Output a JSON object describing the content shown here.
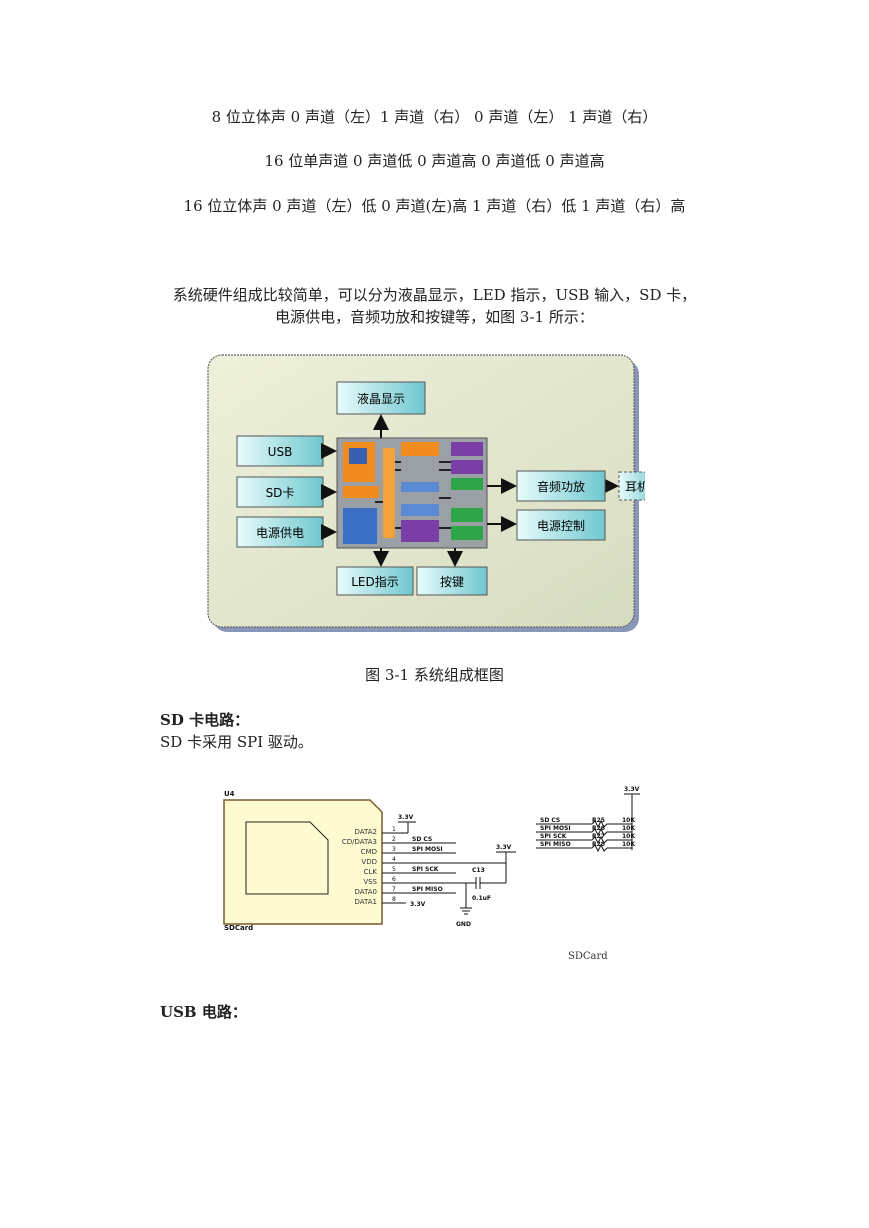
{
  "doc": {
    "lines": [
      "8 位立体声 0 声道（左）1 声道（右） 0 声道（左） 1 声道（右）",
      "16 位单声道 0 声道低 0 声道高 0 声道低 0 声道高",
      "16 位立体声 0 声道（左）低 0 声道(左)高 1 声道（右）低 1 声道（右）高"
    ],
    "para_line1": "系统硬件组成比较简单，可以分为液晶显示，LED 指示，USB 输入，SD 卡，",
    "para_line2": "电源供电，音频功放和按键等，如图 3-1 所示：",
    "fig1_caption": "图 3-1 系统组成框图",
    "sd_heading": "SD 卡电路：",
    "sd_text": "SD 卡采用 SPI 驱动。",
    "usb_heading": "USB 电路："
  },
  "diagram": {
    "lcd": "液晶显示",
    "usb": "USB",
    "sd": "SD卡",
    "power": "电源供电",
    "audio": "音频功放",
    "earphone": "耳机",
    "power_ctrl": "电源控制",
    "led": "LED指示",
    "keys": "按键"
  },
  "schematic": {
    "u4": "U4",
    "sdcard_ref": "SDCard",
    "pins": [
      "DATA2",
      "CD/DATA3",
      "CMD",
      "VDD",
      "CLK",
      "VSS",
      "DATA0",
      "DATA1"
    ],
    "pin_numbers": [
      "1",
      "2",
      "3",
      "4",
      "5",
      "6",
      "7",
      "8"
    ],
    "v33": "3.3V",
    "sd_cs": "SD CS",
    "spi_mosi": "SPI MOSI",
    "spi_sck": "SPI SCK",
    "spi_miso": "SPI MISO",
    "c13": "C13",
    "c13_val": "0.1uF",
    "gnd": "GND",
    "r25": "R25",
    "r26": "R26",
    "r27": "R27",
    "r28": "R28",
    "res_val": "10K",
    "caption": "SDCard"
  }
}
